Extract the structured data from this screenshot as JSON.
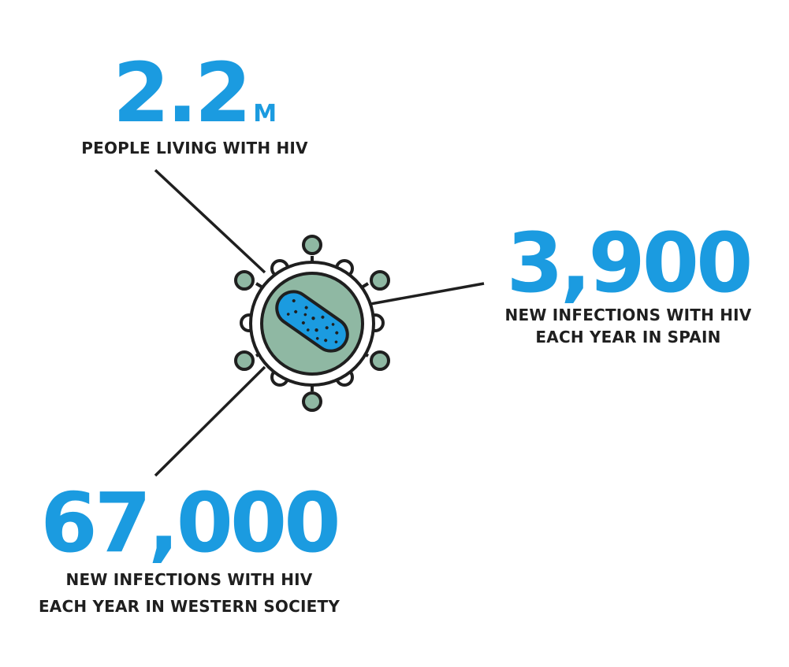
{
  "colors": {
    "accent": "#1b9be0",
    "text": "#1f1f1f",
    "virus_fill": "#8fb8a3",
    "virus_core": "#1b9be0",
    "outline": "#1f1f1f"
  },
  "stats": [
    {
      "value": "2.2",
      "unit": "M",
      "label_lines": [
        "PEOPLE LIVING WITH HIV"
      ]
    },
    {
      "value": "3,900",
      "unit": "",
      "label_lines": [
        "NEW INFECTIONS WITH HIV",
        "EACH YEAR IN SPAIN"
      ]
    },
    {
      "value": "67,000",
      "unit": "",
      "label_lines": [
        "NEW INFECTIONS WITH HIV",
        "EACH YEAR IN WESTERN SOCIETY"
      ]
    }
  ],
  "icons": {
    "center": "virus-icon"
  }
}
